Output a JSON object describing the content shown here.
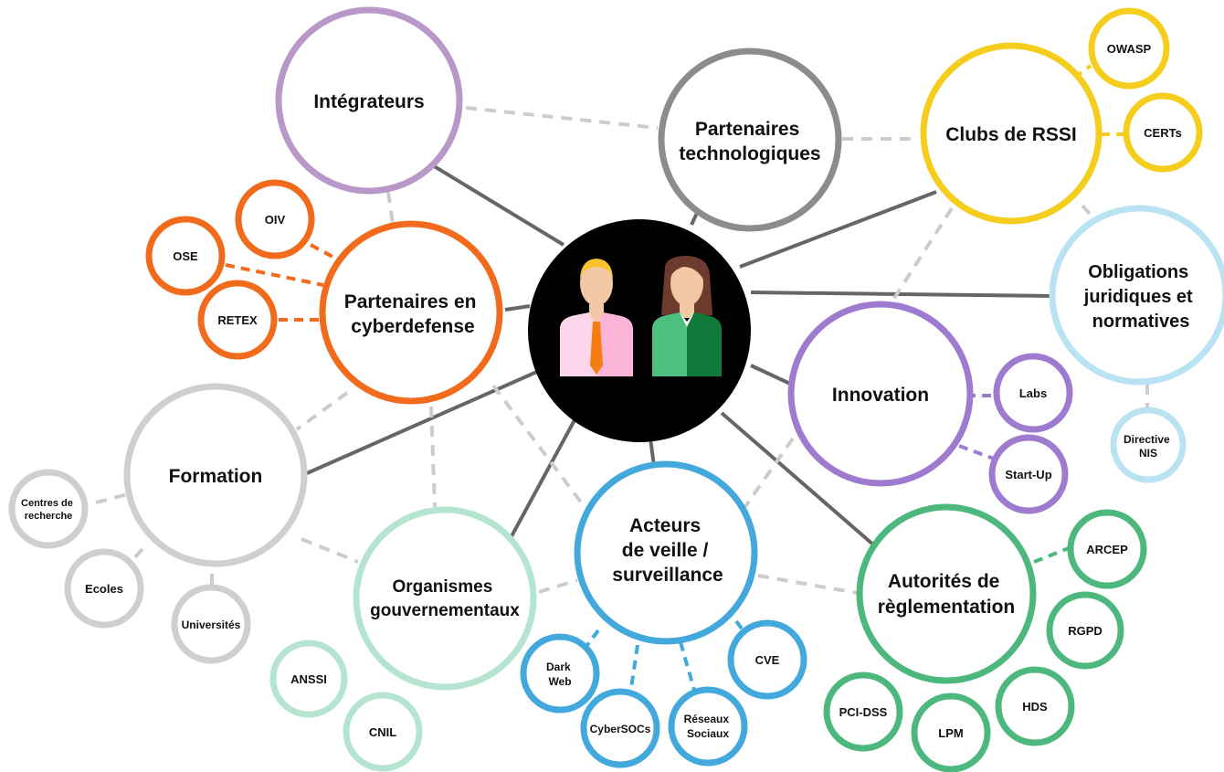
{
  "diagram": {
    "colors": {
      "orange": "#f26a1b",
      "purple": "#b898c9",
      "gray": "#8c8c8c",
      "yellow": "#f5cd1c",
      "lightblue": "#b9e2f2",
      "violet": "#9f7bd0",
      "green": "#4db87e",
      "blue": "#43a8dc",
      "mint": "#b5e4d0",
      "lightgray": "#cfcfcf",
      "center": "#000000",
      "solid_line": "#666666",
      "dashed_line": "#cccccc"
    },
    "center": {
      "icon": "two-people-icon"
    },
    "nodes": {
      "integrateurs": "Intégrateurs",
      "partenaires_tech": [
        "Partenaires",
        "technologiques"
      ],
      "clubs_rssi": "Clubs de RSSI",
      "owasp": "OWASP",
      "certs": "CERTs",
      "obligations": [
        "Obligations",
        "juridiques et",
        "normatives"
      ],
      "directive_nis": [
        "Directive",
        "NIS"
      ],
      "innovation": "Innovation",
      "labs": "Labs",
      "startup": "Start-Up",
      "autorites": [
        "Autorités de",
        "règlementation"
      ],
      "arcep": "ARCEP",
      "rgpd": "RGPD",
      "hds": "HDS",
      "lpm": "LPM",
      "pcidss": "PCI-DSS",
      "acteurs": [
        "Acteurs",
        "de veille /",
        "surveillance"
      ],
      "cve": "CVE",
      "reseaux": [
        "Réseaux",
        "Sociaux"
      ],
      "cybersocs": "CyberSOCs",
      "darkweb": [
        "Dark",
        "Web"
      ],
      "organismes": [
        "Organismes",
        "gouvernementaux"
      ],
      "anssi": "ANSSI",
      "cnil": "CNIL",
      "formation": "Formation",
      "centres": [
        "Centres de",
        "recherche"
      ],
      "ecoles": "Ecoles",
      "universites": "Universités",
      "partenaires_cyber": [
        "Partenaires en",
        "cyberdefense"
      ],
      "oiv": "OIV",
      "ose": "OSE",
      "retex": "RETEX"
    }
  }
}
